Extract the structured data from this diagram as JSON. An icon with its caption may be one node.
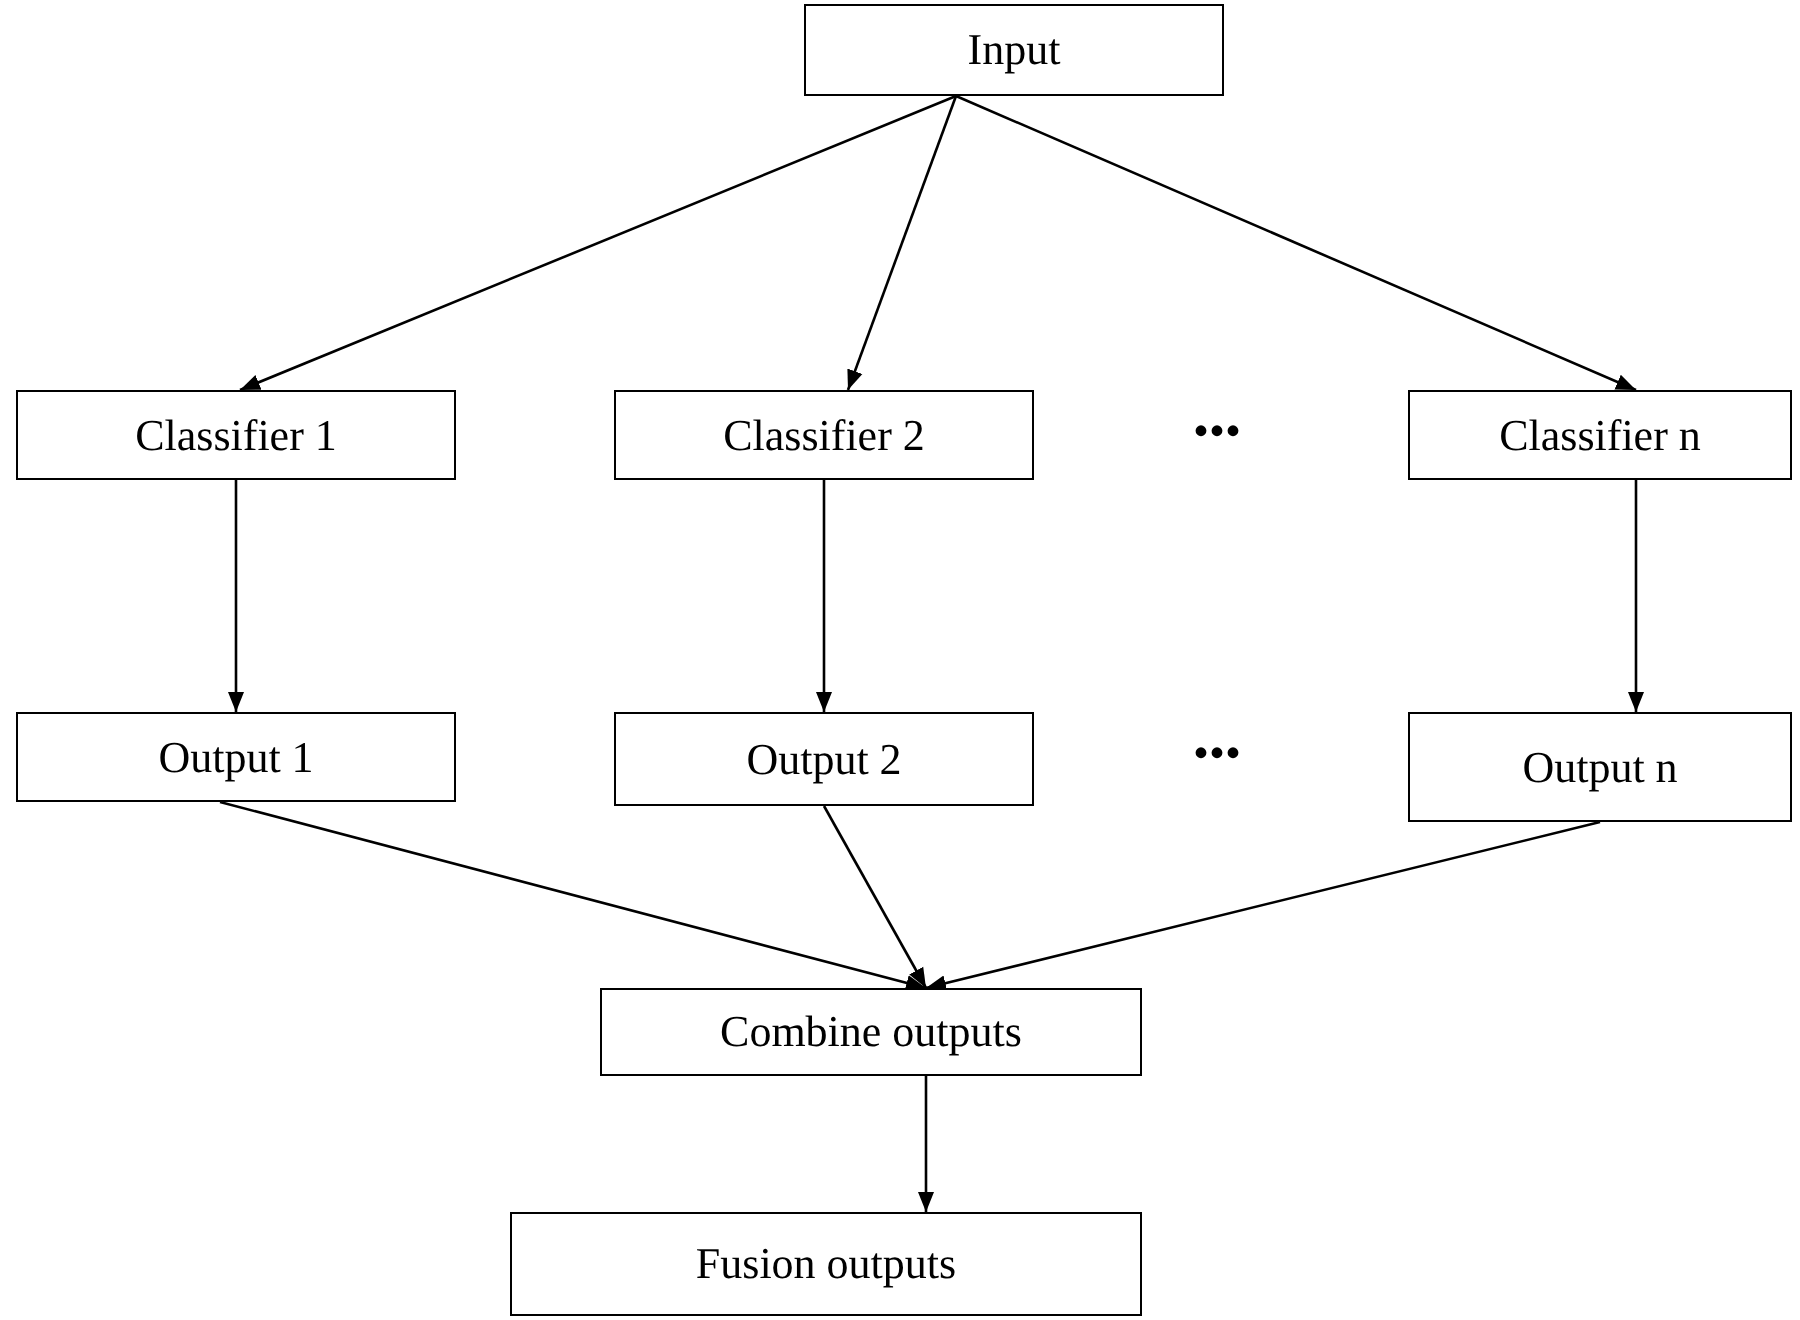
{
  "diagram": {
    "nodes": [
      {
        "text": [
          "Input"
        ]
      },
      {
        "text": [
          "Classifier 1"
        ]
      },
      {
        "text": [
          "Classifier 2"
        ]
      },
      {
        "text": [
          "Classifier n"
        ]
      },
      {
        "text": [
          "Output 1"
        ]
      },
      {
        "text": [
          "Output 2"
        ]
      },
      {
        "text": [
          "Output n"
        ]
      },
      {
        "text": [
          "Combine outputs"
        ]
      },
      {
        "text": [
          "Fusion outputs"
        ]
      }
    ],
    "edges": [
      {
        "from": 0,
        "to": 1,
        "arrow": "to"
      },
      {
        "from": 0,
        "to": 2,
        "arrow": "to"
      },
      {
        "from": 0,
        "to": 3,
        "arrow": "to"
      },
      {
        "from": 1,
        "to": 4,
        "arrow": "to"
      },
      {
        "from": 2,
        "to": 5,
        "arrow": "to"
      },
      {
        "from": 3,
        "to": 6,
        "arrow": "to"
      },
      {
        "from": 4,
        "to": 7,
        "arrow": "to"
      },
      {
        "from": 5,
        "to": 7,
        "arrow": "to"
      },
      {
        "from": 6,
        "to": 7,
        "arrow": "to"
      },
      {
        "from": 7,
        "to": 8,
        "arrow": "to"
      }
    ],
    "labels": [
      "•••",
      "•••"
    ]
  }
}
